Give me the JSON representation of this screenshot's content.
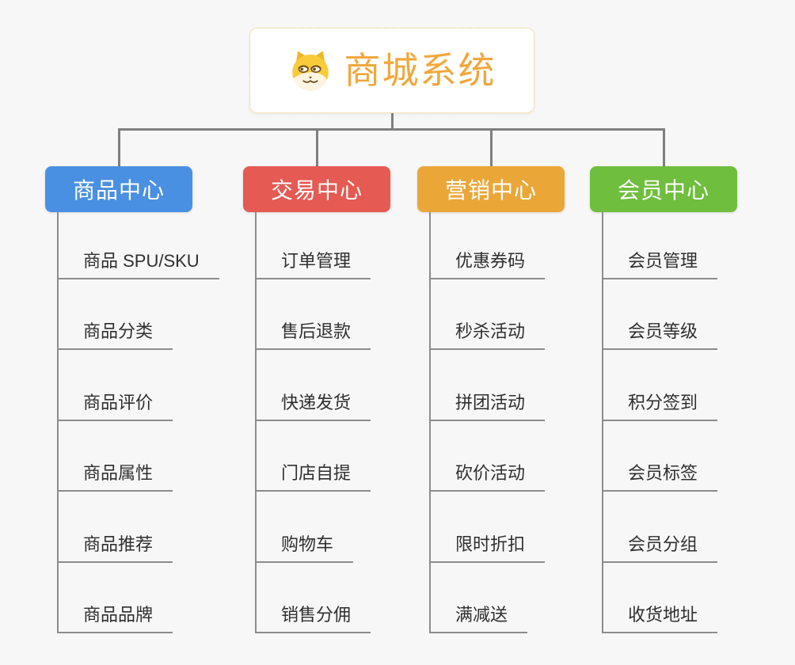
{
  "root": {
    "title": "商城系统",
    "icon": "doge-face-icon"
  },
  "branches": [
    {
      "label": "商品中心",
      "color": "#4a90e2",
      "items": [
        "商品 SPU/SKU",
        "商品分类",
        "商品评价",
        "商品属性",
        "商品推荐",
        "商品品牌"
      ]
    },
    {
      "label": "交易中心",
      "color": "#e55a52",
      "items": [
        "订单管理",
        "售后退款",
        "快递发货",
        "门店自提",
        "购物车",
        "销售分佣"
      ]
    },
    {
      "label": "营销中心",
      "color": "#eaa738",
      "items": [
        "优惠券码",
        "秒杀活动",
        "拼团活动",
        "砍价活动",
        "限时折扣",
        "满减送"
      ]
    },
    {
      "label": "会员中心",
      "color": "#6fbe3e",
      "items": [
        "会员管理",
        "会员等级",
        "积分签到",
        "会员标签",
        "会员分组",
        "收货地址"
      ]
    }
  ],
  "colors": {
    "background": "#f7f7f7",
    "connector": "#7f7f7f",
    "leaf_line": "#8c8c8c",
    "leaf_text": "#2f2f2f",
    "root_title": "#f1a73c",
    "root_border": "#f3bd66"
  }
}
